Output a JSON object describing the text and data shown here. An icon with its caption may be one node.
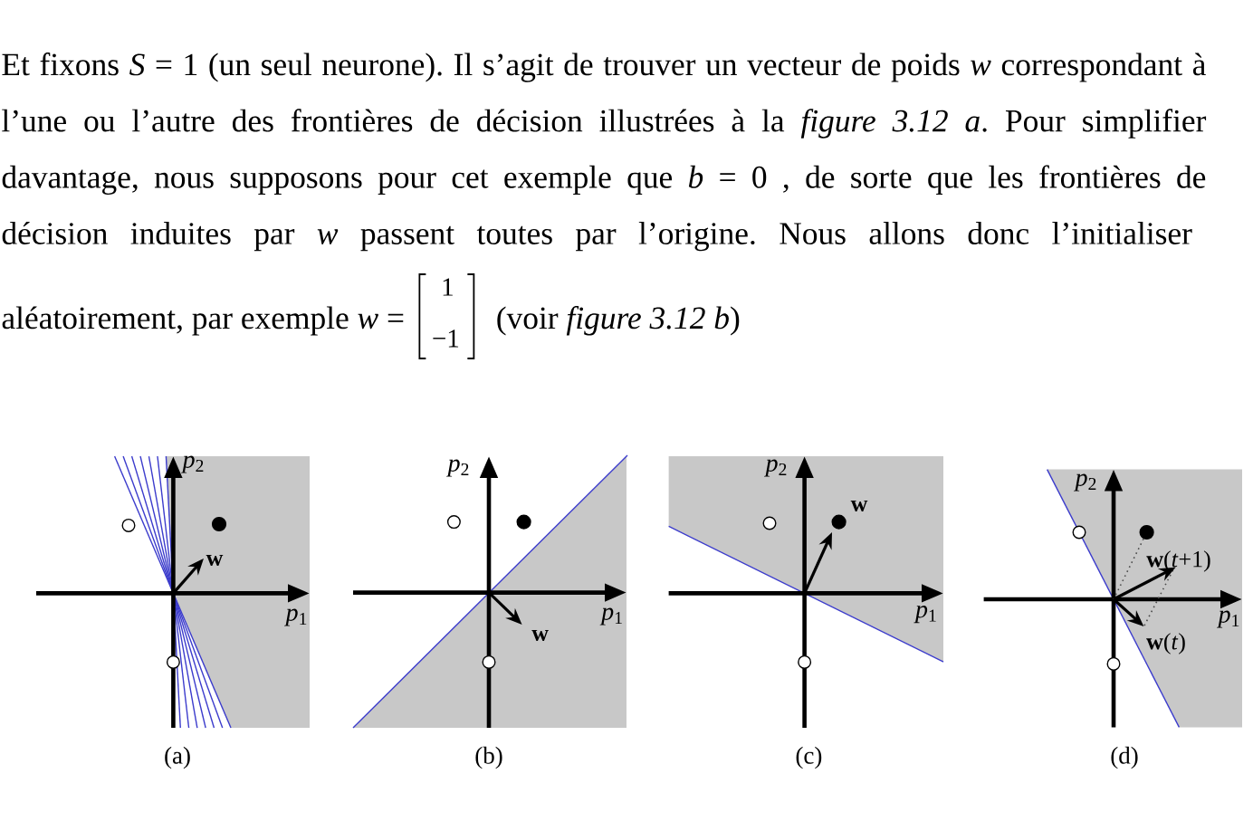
{
  "diagram": {
    "labels": [
      "Et fixons *S* = 1 (un seul neurone). Il s’agit de trouver un vecteur de poids *w* correspondant à l’une ou l’autre des frontières de décision illustrées à la *figure 3.12 a*. Pour simplifier davantage, nous supposons pour cet exemple que *b* = 0 , de sorte que les frontières de décision induites par *w* passent toutes par l’origine. Nous allons donc l’initialiser",
      "aléatoirement, par exemple *w* =",
      "1",
      "−1",
      "(voir *figure 3.12 b*)",
      "*p*$_{2}$",
      "w",
      "*p*$_{1}$",
      "(a)",
      "*p*$_{2}$",
      "*p*$_{1}$",
      "w",
      "(b)",
      "*p*$_{2}$",
      "w",
      "*p*$_{1}$",
      "(c)",
      "*p*$_{2}$",
      "**w**(*t*+1)",
      "*p*$_{1}$",
      "**w**(*t*)",
      "(d)"
    ]
  }
}
